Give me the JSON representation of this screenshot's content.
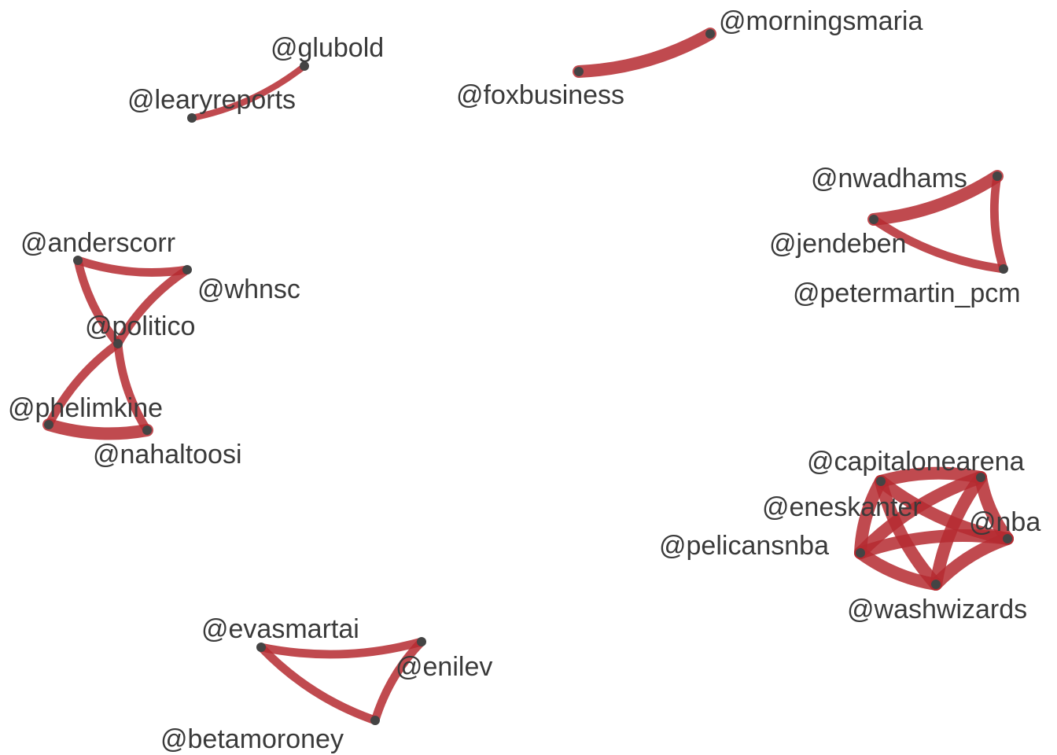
{
  "graph": {
    "edge_color": "#b52a30",
    "node_color": "#444444",
    "label_color": "#3a3a3a",
    "nodes": [
      {
        "id": "glubold",
        "label": "@glubold"
      },
      {
        "id": "learyreports",
        "label": "@learyreports"
      },
      {
        "id": "morningsmaria",
        "label": "@morningsmaria"
      },
      {
        "id": "foxbusiness",
        "label": "@foxbusiness"
      },
      {
        "id": "nwadhams",
        "label": "@nwadhams"
      },
      {
        "id": "jendeben",
        "label": "@jendeben"
      },
      {
        "id": "petermartin_pcm",
        "label": "@petermartin_pcm"
      },
      {
        "id": "anderscorr",
        "label": "@anderscorr"
      },
      {
        "id": "whnsc",
        "label": "@whnsc"
      },
      {
        "id": "politico",
        "label": "@politico"
      },
      {
        "id": "phelimkine",
        "label": "@phelimkine"
      },
      {
        "id": "nahaltoosi",
        "label": "@nahaltoosi"
      },
      {
        "id": "capitalonearena",
        "label": "@capitalonearena"
      },
      {
        "id": "eneskanter",
        "label": "@eneskanter"
      },
      {
        "id": "nba",
        "label": "@nba"
      },
      {
        "id": "pelicansnba",
        "label": "@pelicansnba"
      },
      {
        "id": "washwizards",
        "label": "@washwizards"
      },
      {
        "id": "evasmartai",
        "label": "@evasmartai"
      },
      {
        "id": "enilev",
        "label": "@enilev"
      },
      {
        "id": "betamoroney",
        "label": "@betamoroney"
      }
    ],
    "edges": [
      {
        "source": "learyreports",
        "target": "glubold",
        "weight": 2
      },
      {
        "source": "foxbusiness",
        "target": "morningsmaria",
        "weight": 5
      },
      {
        "source": "jendeben",
        "target": "nwadhams",
        "weight": 5
      },
      {
        "source": "jendeben",
        "target": "petermartin_pcm",
        "weight": 3
      },
      {
        "source": "nwadhams",
        "target": "petermartin_pcm",
        "weight": 3
      },
      {
        "source": "anderscorr",
        "target": "whnsc",
        "weight": 3
      },
      {
        "source": "anderscorr",
        "target": "politico",
        "weight": 3
      },
      {
        "source": "whnsc",
        "target": "politico",
        "weight": 3
      },
      {
        "source": "politico",
        "target": "phelimkine",
        "weight": 3
      },
      {
        "source": "politico",
        "target": "nahaltoosi",
        "weight": 3
      },
      {
        "source": "phelimkine",
        "target": "nahaltoosi",
        "weight": 5
      },
      {
        "source": "capitalonearena",
        "target": "eneskanter",
        "weight": 5
      },
      {
        "source": "eneskanter",
        "target": "nba",
        "weight": 5
      },
      {
        "source": "eneskanter",
        "target": "pelicansnba",
        "weight": 5
      },
      {
        "source": "eneskanter",
        "target": "washwizards",
        "weight": 5
      },
      {
        "source": "capitalonearena",
        "target": "nba",
        "weight": 5
      },
      {
        "source": "capitalonearena",
        "target": "pelicansnba",
        "weight": 5
      },
      {
        "source": "capitalonearena",
        "target": "washwizards",
        "weight": 5
      },
      {
        "source": "nba",
        "target": "pelicansnba",
        "weight": 5
      },
      {
        "source": "nba",
        "target": "washwizards",
        "weight": 5
      },
      {
        "source": "pelicansnba",
        "target": "washwizards",
        "weight": 5
      },
      {
        "source": "evasmartai",
        "target": "enilev",
        "weight": 3
      },
      {
        "source": "evasmartai",
        "target": "betamoroney",
        "weight": 3
      },
      {
        "source": "enilev",
        "target": "betamoroney",
        "weight": 3
      }
    ]
  }
}
